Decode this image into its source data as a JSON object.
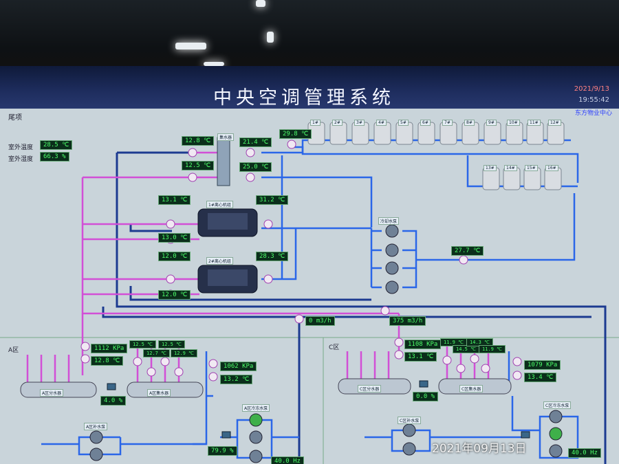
{
  "header": {
    "title": "中央空调管理系统",
    "date": "2021/9/13",
    "time": "19:55:42",
    "company": "东方物业中心",
    "area_label": "尾项"
  },
  "outdoor": {
    "temp_label": "室外温度",
    "temp_value": "28.5 ℃",
    "humidity_label": "室外湿度",
    "humidity_value": "66.3 %"
  },
  "manifold": {
    "label": "集水器",
    "t1": "12.8 ℃",
    "t2": "21.4 ℃",
    "t3": "12.5 ℃",
    "t4": "25.0 ℃"
  },
  "chillers": [
    {
      "label": "1#离心机组",
      "t_in": "13.1 ℃",
      "t_out": "13.0 ℃",
      "t_cond": "31.2 ℃"
    },
    {
      "label": "2#离心机组",
      "t_in": "12.0 ℃",
      "t_out": "12.0 ℃",
      "t_cond": "28.3 ℃"
    }
  ],
  "cooling_towers": {
    "supply_temp": "29.8 ℃",
    "row1": [
      "1#",
      "2#",
      "3#",
      "4#",
      "5#",
      "6#",
      "7#",
      "8#",
      "9#",
      "10#",
      "11#",
      "12#"
    ],
    "row2": [
      "13#",
      "14#",
      "15#",
      "16#"
    ]
  },
  "cooling_pumps": {
    "label": "冷却水泵",
    "return_temp": "27.7 ℃"
  },
  "flow": {
    "a": "0 m3/h",
    "b": "375 m3/h"
  },
  "zone_a": {
    "label": "A区",
    "pressure": "1112 KPa",
    "temp": "12.8 ℃",
    "sub_temps": [
      "12.5 ℃",
      "12.7 ℃",
      "12.5 ℃",
      "12.9 ℃"
    ],
    "supply_header": "A区分水器",
    "return_header": "A区集水器",
    "valve": "4.0 %",
    "r_pressure": "1062 KPa",
    "r_temp": "13.2 ℃",
    "pump_label": "A区冷冻水泵",
    "makeup_label": "A区补水泵",
    "valve2": "79.9 %",
    "freq": "40.0 Hz"
  },
  "zone_c": {
    "label": "C区",
    "pressure": "1108 KPa",
    "temp": "13.1 ℃",
    "sub_temps": [
      "11.9 ℃",
      "14.5 ℃",
      "14.3 ℃",
      "11.9 ℃"
    ],
    "supply_header": "C区分水器",
    "return_header": "C区集水器",
    "valve": "0.0 %",
    "r_pressure": "1079 KPa",
    "r_temp": "13.4 ℃",
    "pump_label": "C区冷冻水泵",
    "makeup_label": "C区补水泵",
    "freq": "40.0 Hz"
  },
  "footer_date": "2021年09月13日",
  "colors": {
    "pipe_blue": "#2a66e8",
    "pipe_pink": "#d24fd6",
    "pipe_navy": "#1c3a90",
    "value_bg": "#0b2e1b",
    "value_fg": "#4dff6a"
  }
}
